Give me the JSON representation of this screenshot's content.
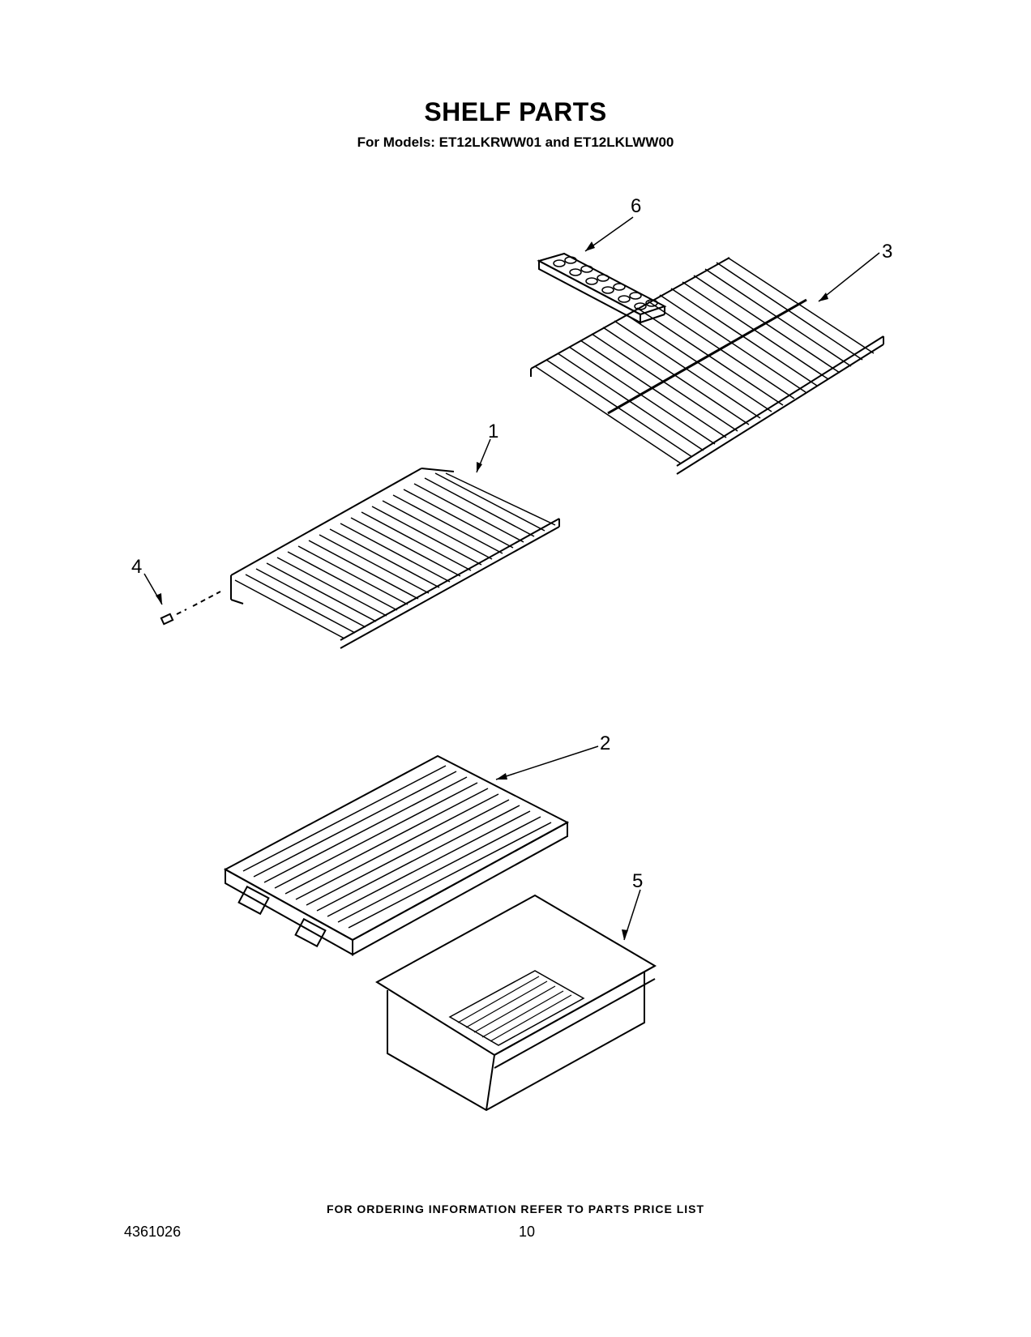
{
  "header": {
    "title": "SHELF PARTS",
    "subtitle": "For Models: ET12LKRWW01 and ET12LKLWW00"
  },
  "callouts": [
    {
      "id": "1",
      "label": "1"
    },
    {
      "id": "2",
      "label": "2"
    },
    {
      "id": "3",
      "label": "3"
    },
    {
      "id": "4",
      "label": "4"
    },
    {
      "id": "5",
      "label": "5"
    },
    {
      "id": "6",
      "label": "6"
    }
  ],
  "footer": {
    "ordering_info": "FOR ORDERING INFORMATION REFER TO PARTS PRICE LIST",
    "doc_number": "4361026",
    "page_number": "10"
  }
}
